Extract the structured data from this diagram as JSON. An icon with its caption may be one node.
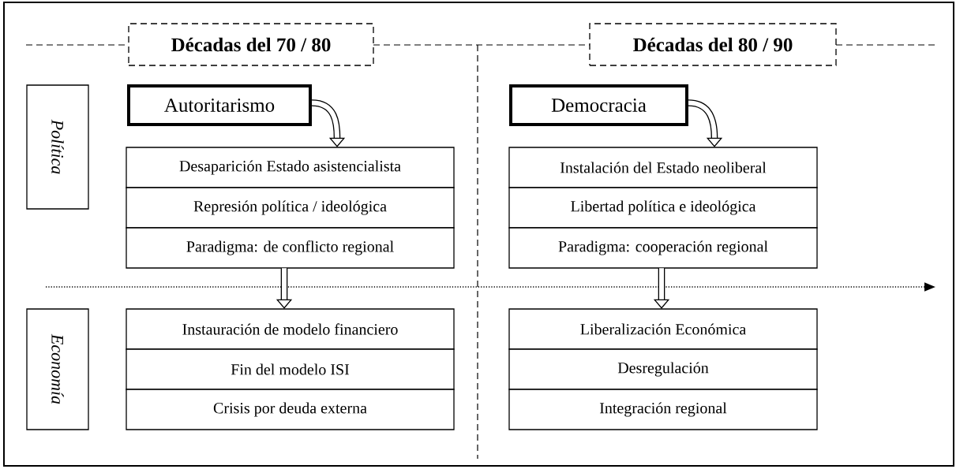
{
  "diagram": {
    "nodes": [
      {
        "text": [
          "Décadas del 70 / 80"
        ]
      },
      {
        "text": [
          "Décadas del 80 / 90"
        ]
      },
      {
        "text": [
          "Política"
        ]
      },
      {
        "text": [
          "Autoritarismo"
        ]
      },
      {
        "text": [
          "Democracia"
        ]
      },
      {
        "text": [
          "Desaparición Estado asistencialista",
          "Represión política / ideológica",
          "Paradigma: de conflicto regional"
        ]
      },
      {
        "text": [
          "Instalación del Estado neoliberal",
          "Libertad política e ideológica",
          "Paradigma: cooperación regional"
        ]
      },
      {
        "text": [
          "Economía"
        ]
      },
      {
        "text": [
          "Instauración de modelo financiero",
          "Fin del modelo ISI",
          "Crisis por deuda externa"
        ]
      },
      {
        "text": [
          "Liberalización Económica",
          "Desregulación",
          "Integración regional"
        ]
      }
    ],
    "edges": [
      {
        "from": 3,
        "to": 5,
        "arrow": "to"
      },
      {
        "from": 4,
        "to": 6,
        "arrow": "to"
      },
      {
        "from": 5,
        "to": 8,
        "arrow": "to"
      },
      {
        "from": 6,
        "to": 9,
        "arrow": "to"
      }
    ]
  }
}
